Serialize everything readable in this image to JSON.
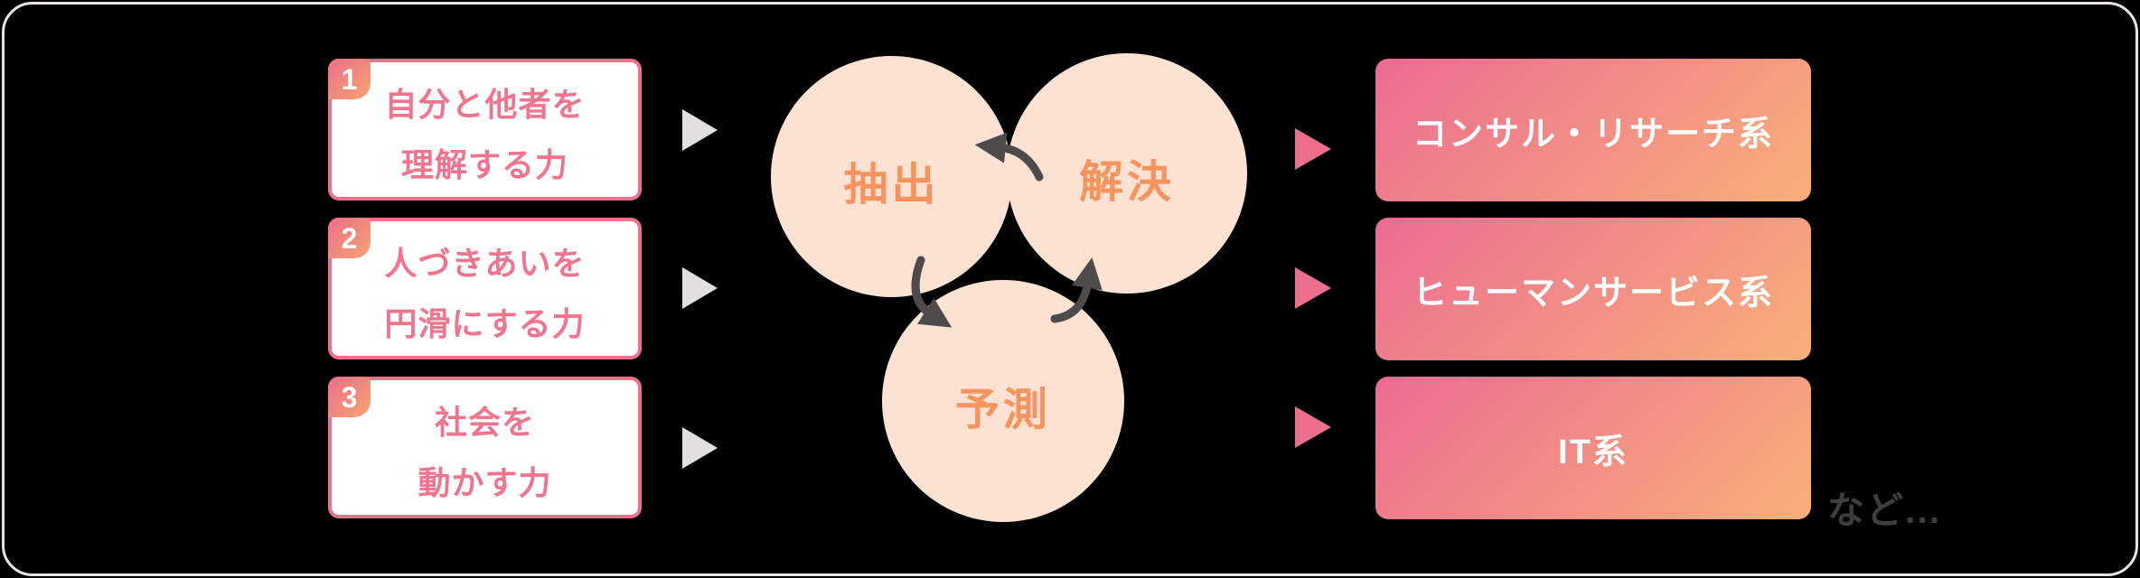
{
  "colors": {
    "background": "#000000",
    "frame_outline": "#E6E3E1",
    "left_box_border": "#F0708C",
    "left_box_text": "#F0748E",
    "badge_gradient_start": "#ED6D8B",
    "badge_gradient_end": "#F6A470",
    "gray_arrow": "#E1DFDF",
    "pink_arrow": "#ED6E8C",
    "circle_fill": "#FBE2D2",
    "circle_text": "#F7935C",
    "cycle_arrow": "#4E4A4A",
    "right_box_gradient_start": "#EC6B92",
    "right_box_gradient_end": "#F8B07A",
    "right_box_text": "#FFFFFF",
    "etc_text": "#3E3E3E"
  },
  "left_boxes": [
    {
      "number": "1",
      "lines": [
        "自分と他者を",
        "理解する力"
      ]
    },
    {
      "number": "2",
      "lines": [
        "人づきあいを",
        "円滑にする力"
      ]
    },
    {
      "number": "3",
      "lines": [
        "社会を",
        "動かす力"
      ]
    }
  ],
  "cycle": [
    {
      "label": "抽出"
    },
    {
      "label": "解決"
    },
    {
      "label": "予測"
    }
  ],
  "right_boxes": [
    {
      "label": "コンサル・リサーチ系"
    },
    {
      "label": "ヒューマンサービス系"
    },
    {
      "label": "IT系"
    }
  ],
  "etc_label": "など..."
}
